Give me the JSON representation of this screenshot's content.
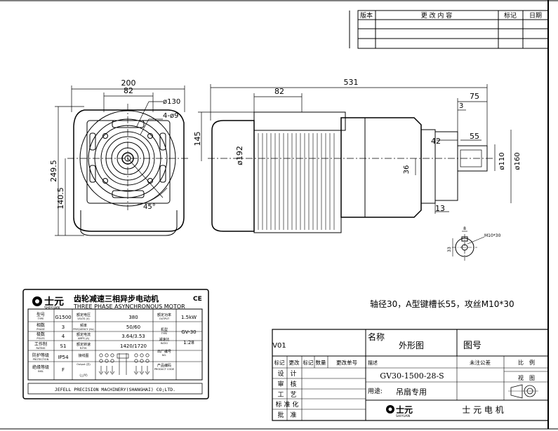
{
  "revision_table": {
    "headers": [
      "版本",
      "更 改 内 容",
      "标记",
      "日期"
    ]
  },
  "front_view": {
    "dims": {
      "width_200": "200",
      "width_82": "82",
      "dia_130": "ø130",
      "holes": "4-ø9",
      "height_249_5": "249.5",
      "height_140_5": "140.5",
      "angle_45": "45°"
    }
  },
  "side_view": {
    "dims": {
      "length_531": "531",
      "len_82": "82",
      "len_75": "75",
      "len_3": "3",
      "dia_192": "ø192",
      "h_145": "145",
      "len_42": "42",
      "len_55": "55",
      "h_36": "36",
      "dia_110": "ø110",
      "dia_160": "ø160",
      "len_13": "13"
    }
  },
  "key_section": {
    "dims": {
      "w_8": "8",
      "h_33": "33",
      "thread": "M10*30"
    }
  },
  "shaft_note": "轴径30，A型键槽长55，攻丝M10*30",
  "nameplate": {
    "brand": "士元",
    "brand_pinyin": "SHIYUAN",
    "title_cn": "齿轮减速三相异步电动机",
    "ce_mark": "CE",
    "title_en": "THREE PHASE ASYNCHRONOUS MOTOR",
    "rows": [
      {
        "label": "型号",
        "sub": "TYPE",
        "value": "G1500",
        "label2": "额定电压",
        "sub2": "VOLTS (V)",
        "value2": "380",
        "label3": "额定功率",
        "sub3": "OUTPUT",
        "value3": "1.5kW"
      },
      {
        "label": "相数",
        "sub": "PHASE",
        "value": "3",
        "label2": "频率",
        "sub2": "FREQUENCY (Hz)",
        "value2": "50/60",
        "label3": "",
        "sub3": "",
        "value3": ""
      },
      {
        "label": "极数",
        "sub": "POLES",
        "value": "4",
        "label2": "额定电流",
        "sub2": "AMPS (A)",
        "value2": "3.64/3.53",
        "label3": "机型",
        "sub3": "TYPE",
        "value3": "GV-30"
      },
      {
        "label": "工作制",
        "sub": "RATING",
        "value": "S1",
        "label2": "额定转速",
        "sub2": "R.P.M.",
        "value2": "1420/1720",
        "label3": "减速比",
        "sub3": "RATIO",
        "value3": "1:28"
      },
      {
        "label": "防护等级",
        "sub": "PROTECTION",
        "value": "IP54",
        "label2": "接线图",
        "sub2": "",
        "value2": "",
        "label3": "出厂编号",
        "sub3": "NO.",
        "value3": ""
      },
      {
        "label": "绝缘等级",
        "sub": "INSL",
        "value": "F",
        "label2": "",
        "sub2": "",
        "value2": "",
        "label3": "产品编码",
        "sub3": "PRODUCT CODE",
        "value3": ""
      }
    ],
    "wiring_label_a": "Output (共)",
    "wiring_label_b": "(△/Y)",
    "company_en": "JEFELL PRECISION MACHINERY(SHANGHAI) CO;LTD."
  },
  "title_block": {
    "version": "V01",
    "name_label": "名称",
    "name_value": "外形图",
    "drawing_no_label": "图号",
    "columns": [
      "标记",
      "更改",
      "标记",
      "数量",
      "更改单号"
    ],
    "model_label": "描述",
    "model_value": "GV30-1500-28-S",
    "tolerance_label": "未注公差",
    "scale_label": "比　例",
    "view_label": "视　图",
    "use_label": "用途:",
    "use_value": "吊扇专用",
    "sign_rows": [
      "设　计",
      "审　核",
      "工　艺",
      "标 准 化",
      "批　准"
    ],
    "company_cn": "士 元 电 机"
  },
  "colors": {
    "line": "#000000",
    "background": "#ffffff"
  }
}
